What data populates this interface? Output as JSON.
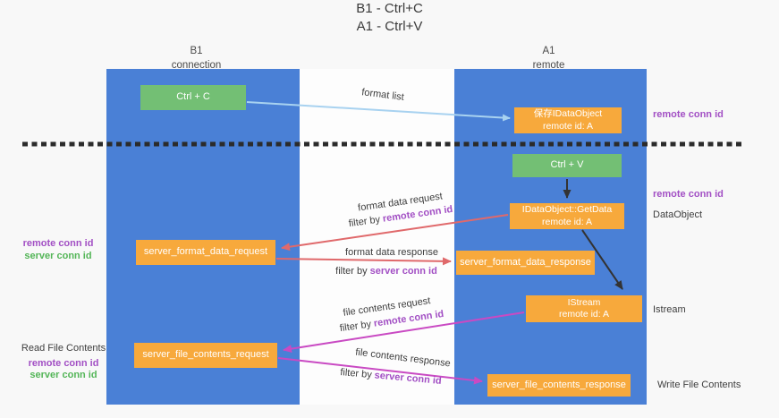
{
  "title": {
    "line1": "B1 - Ctrl+C",
    "line2": "A1 - Ctrl+V"
  },
  "columns": {
    "left": {
      "name": "B1",
      "role": "connection"
    },
    "right": {
      "name": "A1",
      "role": "remote"
    }
  },
  "nodes": {
    "ctrl_c": {
      "label": "Ctrl + C"
    },
    "ctrl_v": {
      "label": "Ctrl + V"
    },
    "save_dataobject": {
      "line1": "保存IDataObject",
      "line2": "remote id: A"
    },
    "getdata": {
      "line1": "IDataObject::GetData",
      "line2": "remote id: A"
    },
    "istream": {
      "line1": "IStream",
      "line2": "remote id: A"
    },
    "format_request": {
      "label": "server_format_data_request"
    },
    "format_response": {
      "label": "server_format_data_response"
    },
    "file_request": {
      "label": "server_file_contents_request"
    },
    "file_response": {
      "label": "server_file_contents_response"
    }
  },
  "arrow_labels": {
    "format_list": "format list",
    "format_data_request": "format data request",
    "format_data_response": "format data response",
    "file_contents_request": "file contents request",
    "file_contents_response": "file contents response",
    "filter_by": "filter by",
    "remote_conn_id": "remote conn id",
    "server_conn_id": "server conn id"
  },
  "side_labels": {
    "right_remote_conn_id_top": "remote conn id",
    "right_remote_conn_id_mid": "remote conn id",
    "dataobject": "DataObject",
    "istream": "Istream",
    "write_file_contents": "Write File Contents",
    "left_remote_conn_id_1": "remote conn id",
    "left_server_conn_id_1": "server conn id",
    "read_file_contents": "Read File Contents",
    "left_remote_conn_id_2": "remote conn id",
    "left_server_conn_id_2": "server conn id"
  },
  "colors": {
    "column_blue": "#4a80d6",
    "node_orange": "#f7a93c",
    "node_green": "#73bf74",
    "arrow_light_blue": "#a8d2f0",
    "arrow_black": "#333333",
    "arrow_salmon": "#e0696b",
    "arrow_magenta": "#c94ac3",
    "text_purple": "#a24fc4",
    "text_green": "#53b557",
    "dashed_line": "#2b2b2b"
  }
}
